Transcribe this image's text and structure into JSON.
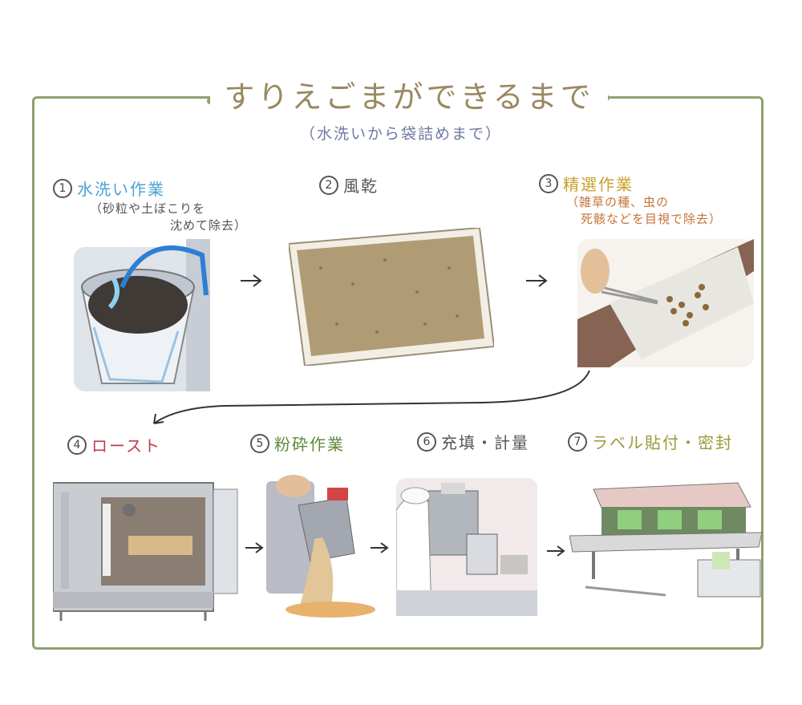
{
  "title": "すりえごまができるまで",
  "subtitle": "（水洗いから袋詰めまで）",
  "steps": [
    {
      "num": "1",
      "label": "水洗い作業",
      "note_lines": [
        "（砂粒や土ぼこりを",
        "沈めて除去）"
      ],
      "color": "#4aa3d8"
    },
    {
      "num": "2",
      "label": "風乾",
      "note_lines": [],
      "color": "#555555"
    },
    {
      "num": "3",
      "label": "精選作業",
      "note_lines": [
        "（雑草の種、虫の",
        "死骸などを目視で除去）"
      ],
      "color": "#c9a12b"
    },
    {
      "num": "4",
      "label": "ロースト",
      "note_lines": [],
      "color": "#c23b4e"
    },
    {
      "num": "5",
      "label": "粉砕作業",
      "note_lines": [],
      "color": "#5f8a3a"
    },
    {
      "num": "6",
      "label": "充填・計量",
      "note_lines": [],
      "color": "#555555"
    },
    {
      "num": "7",
      "label": "ラベル貼付・密封",
      "note_lines": [],
      "color": "#9a9a3a"
    }
  ],
  "colors": {
    "frame": "#8fa070",
    "title": "#9a8860",
    "subtitle": "#6d7aa3"
  },
  "icons": [
    "bucket-wash-illustration",
    "tray-drying-illustration",
    "tweezers-sorting-illustration",
    "oven-roasting-illustration",
    "grinder-illustration",
    "filling-machine-illustration",
    "sealing-machine-illustration",
    "right-arrow-icon",
    "curved-arrow-icon"
  ]
}
